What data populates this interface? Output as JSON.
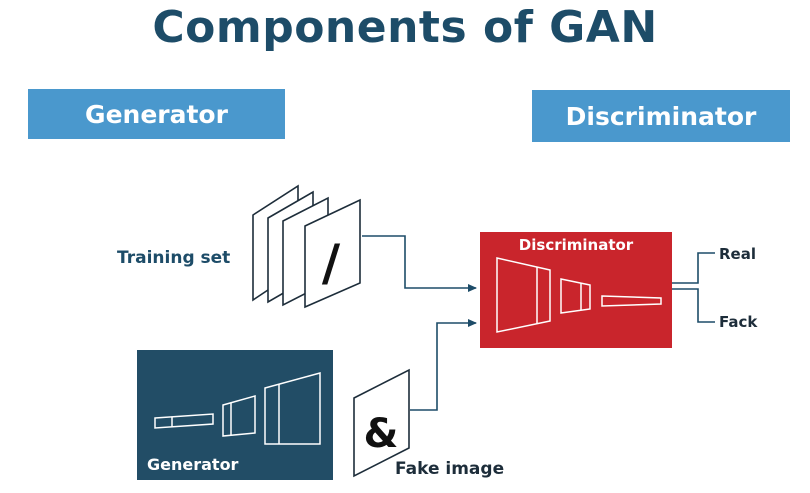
{
  "title": "Components of GAN",
  "header_labels": {
    "generator": "Generator",
    "discriminator": "Discriminator"
  },
  "diagram": {
    "training_set": "Training set",
    "training_symbol": "/",
    "fake_image": "Fake image",
    "fake_symbol": "&",
    "generator_block": "Generator",
    "discriminator_block": "Discriminator",
    "output_real": "Real",
    "output_fake": "Fack"
  },
  "colors": {
    "title": "#1d4c68",
    "label_box": "#4a98cd",
    "generator_block": "#224d66",
    "discriminator_block": "#c9252c",
    "lines": "#1d4c68"
  }
}
